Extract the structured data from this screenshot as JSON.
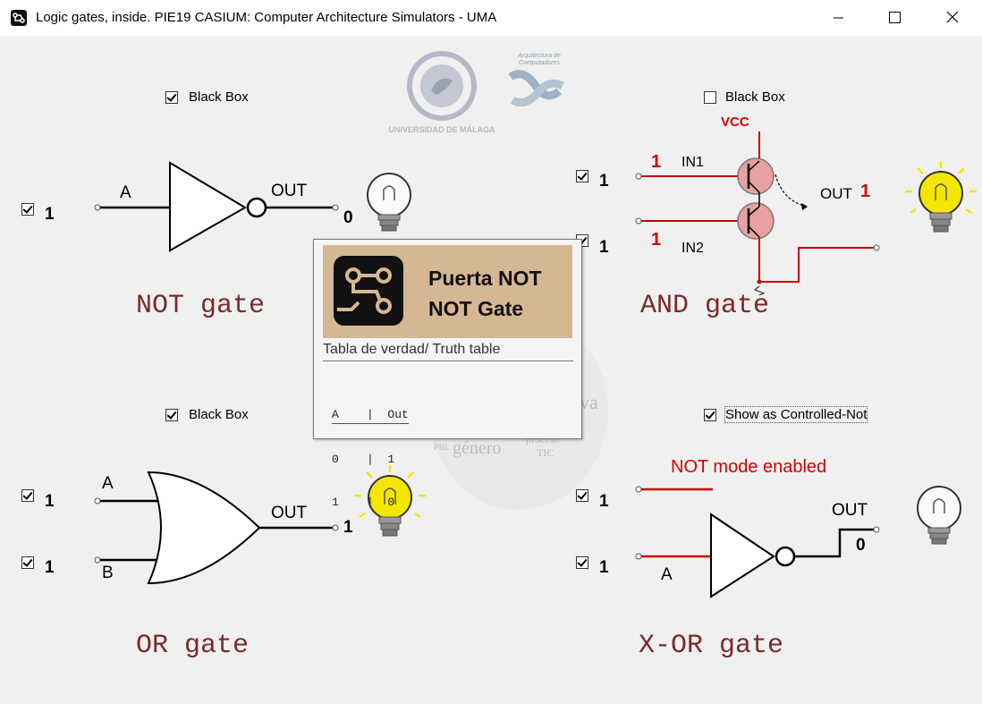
{
  "window": {
    "title": "Logic gates, inside. PIE19 CASIUM: Computer Architecture Simulators - UMA",
    "minimize_icon": "minimize-icon",
    "maximize_icon": "maximize-icon",
    "close_icon": "close-icon"
  },
  "logos": {
    "university_text": "UNIVERSIDAD DE MÁLAGA",
    "arch_text_1": "Arquitectura de",
    "arch_text_2": "Computadores"
  },
  "not_panel": {
    "checkbox_label": "Black Box",
    "checkbox_checked": true,
    "input_a_checked": true,
    "input_a_value": "1",
    "pin_a": "A",
    "pin_out": "OUT",
    "output_value": "0",
    "bulb_on": false,
    "name": "NOT gate"
  },
  "and_panel": {
    "checkbox_label": "Black Box",
    "checkbox_checked": false,
    "vcc": "VCC",
    "in1_checked": true,
    "in1_value": "1",
    "in1_red": "1",
    "in1_label": "IN1",
    "in2_checked": true,
    "in2_value": "1",
    "in2_red": "1",
    "in2_label": "IN2",
    "pin_out": "OUT",
    "output_value": "1",
    "bulb_on": true,
    "name": "AND gate"
  },
  "or_panel": {
    "checkbox_label": "Black Box",
    "checkbox_checked": true,
    "input_a_checked": true,
    "input_a_value": "1",
    "input_b_checked": true,
    "input_b_value": "1",
    "pin_a": "A",
    "pin_b": "B",
    "pin_out": "OUT",
    "output_value": "1",
    "bulb_on": true,
    "name": "OR gate"
  },
  "xor_panel": {
    "checkbox_label": "Show as Controlled-Not",
    "checkbox_checked": true,
    "mode_text": "NOT mode enabled",
    "control_checked": true,
    "control_value": "1",
    "input_a_checked": true,
    "input_a_value": "1",
    "pin_a": "A",
    "pin_out": "OUT",
    "output_value": "0",
    "bulb_on": false,
    "name": "X-OR gate"
  },
  "tooltip": {
    "title_es": "Puerta NOT",
    "title_en": "NOT Gate",
    "subtitle": "Tabla de verdad/ Truth table",
    "table": [
      "A    |  Out",
      "0    |  1",
      "1    |  0"
    ]
  },
  "background_words": [
    "va",
    "género",
    "proceso",
    "TIC",
    "PBL"
  ],
  "colors": {
    "wire": "#000000",
    "wire_red": "#c80000",
    "transistor": "#e8a0a0",
    "bulb_on": "#f5e600",
    "tooltip_header": "#d6b793",
    "gate_label": "#7a2a2a"
  }
}
